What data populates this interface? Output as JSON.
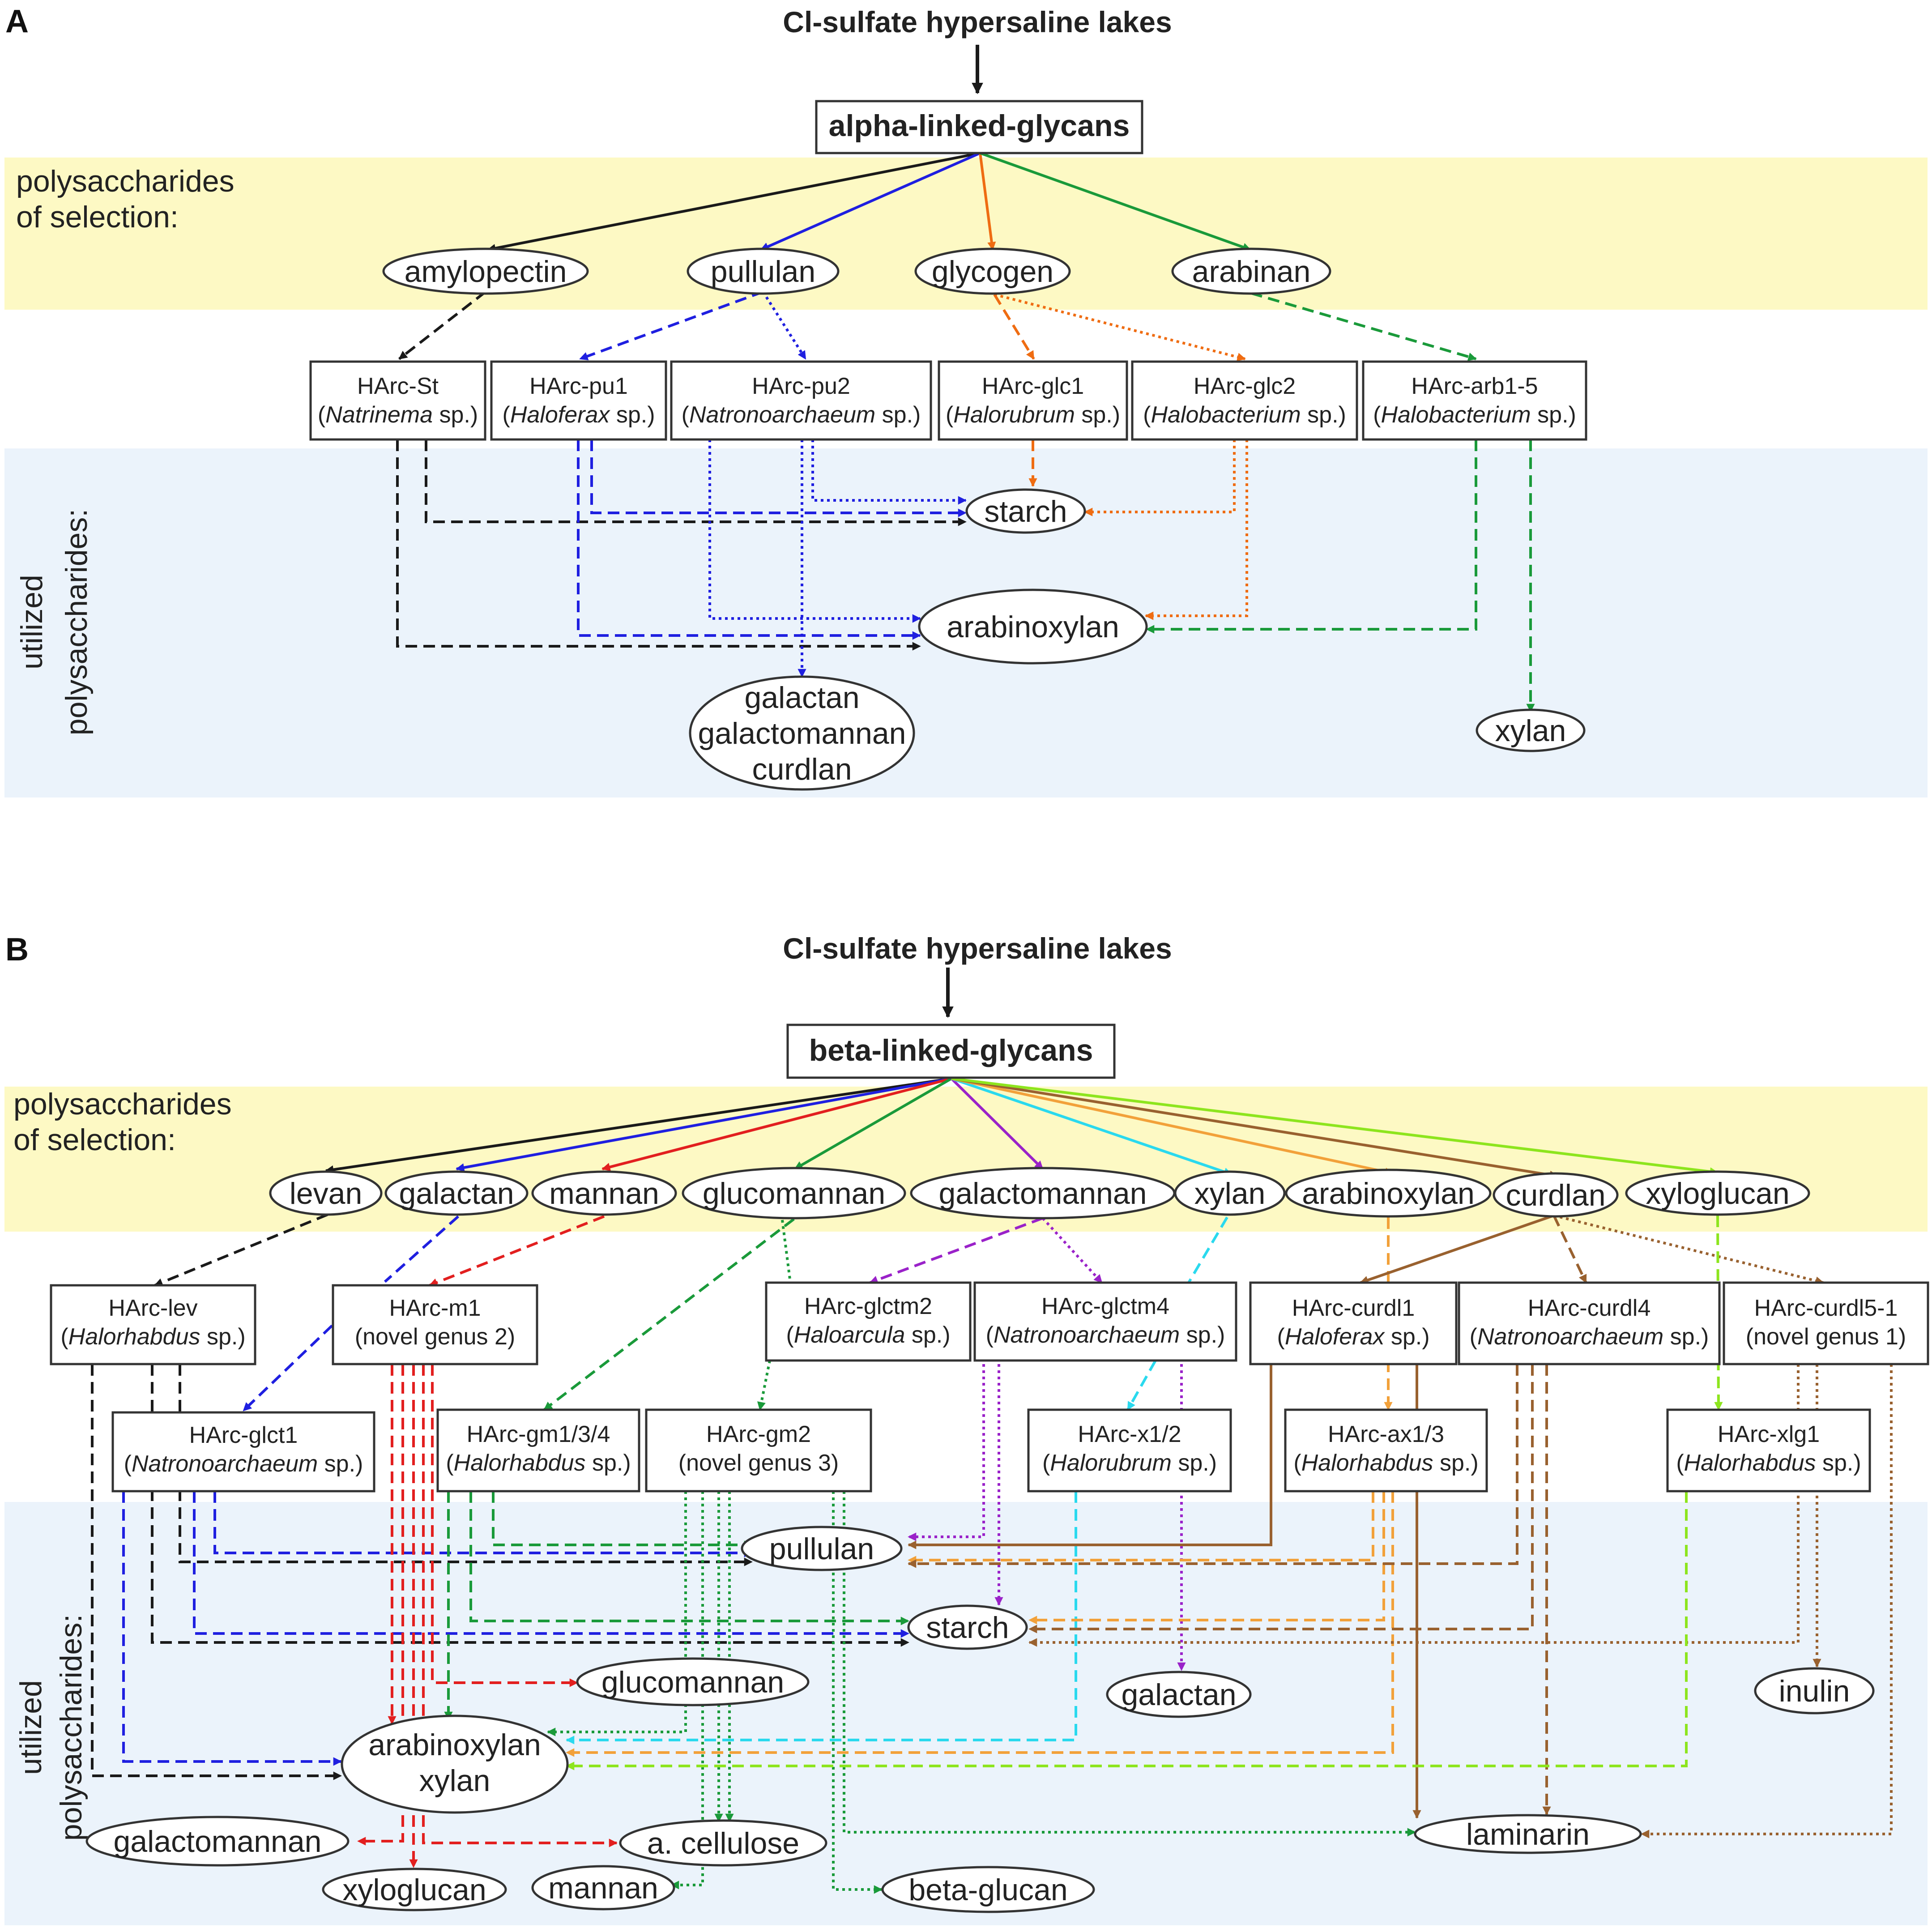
{
  "colors": {
    "selection_band": "#fdf9c4",
    "utilized_band": "#ebf3fb",
    "black": "#1a1a1a",
    "blue": "#1f1fe0",
    "orange": "#ef6c12",
    "green": "#1a9a3a",
    "red": "#e21f1f",
    "purple": "#9a22c9",
    "cyan": "#2ad9ee",
    "lightorange": "#f2a13a",
    "brown": "#99612f",
    "lime": "#8de51e"
  },
  "panelA": {
    "letter": "A",
    "source": "Cl-sulfate hypersaline lakes",
    "root": "alpha-linked-glycans",
    "selection_label": [
      "polysaccharides",
      "of selection:"
    ],
    "utilized_label": [
      "utilized",
      "polysaccharides:"
    ],
    "selected": [
      "amylopectin",
      "pullulan",
      "glycogen",
      "arabinan"
    ],
    "strains": [
      {
        "name": "HArc-St",
        "genus": "Natrinema",
        "suffix": " sp.)"
      },
      {
        "name": "HArc-pu1",
        "genus": "Haloferax",
        "suffix": " sp.)"
      },
      {
        "name": "HArc-pu2",
        "genus": "Natronoarchaeum",
        "suffix": " sp.)"
      },
      {
        "name": "HArc-glc1",
        "genus": "Halorubrum",
        "suffix": " sp.)"
      },
      {
        "name": "HArc-glc2",
        "genus": "Halobacterium",
        "suffix": " sp.)"
      },
      {
        "name": "HArc-arb1-5",
        "genus": "Halobacterium",
        "suffix": " sp.)"
      }
    ],
    "utilized": {
      "starch": "starch",
      "arabinoxylan": "arabinoxylan",
      "galactan_group": [
        "galactan",
        "galactomannan",
        "curdlan"
      ],
      "xylan": "xylan"
    }
  },
  "panelB": {
    "letter": "B",
    "source": "Cl-sulfate hypersaline lakes",
    "root": "beta-linked-glycans",
    "selection_label": [
      "polysaccharides",
      "of selection:"
    ],
    "utilized_label": [
      "utilized",
      "polysaccharides:"
    ],
    "selected": [
      "levan",
      "galactan",
      "mannan",
      "glucomannan",
      "galactomannan",
      "xylan",
      "arabinoxylan",
      "curdlan",
      "xyloglucan"
    ],
    "strains": [
      {
        "name": "HArc-lev",
        "genus": "Halorhabdus",
        "suffix": " sp.)"
      },
      {
        "name": "HArc-m1",
        "plain": "(novel genus 2)"
      },
      {
        "name": "HArc-glctm2",
        "genus": "Haloarcula",
        "suffix": " sp.)"
      },
      {
        "name": "HArc-glctm4",
        "genus": "Natronoarchaeum",
        "suffix": " sp.)"
      },
      {
        "name": "HArc-curdl1",
        "genus": "Haloferax",
        "suffix": " sp.)"
      },
      {
        "name": "HArc-curdl4",
        "genus": "Natronoarchaeum",
        "suffix": " sp.)"
      },
      {
        "name": "HArc-curdl5-1",
        "plain": "(novel genus 1)"
      },
      {
        "name": "HArc-glct1",
        "genus": "Natronoarchaeum",
        "suffix": " sp.)"
      },
      {
        "name": "HArc-gm1/3/4",
        "genus": "Halorhabdus",
        "suffix": " sp.)"
      },
      {
        "name": "HArc-gm2",
        "plain": "(novel genus 3)"
      },
      {
        "name": "HArc-x1/2",
        "genus": "Halorubrum",
        "suffix": " sp.)"
      },
      {
        "name": "HArc-ax1/3",
        "genus": "Halorhabdus",
        "suffix": " sp.)"
      },
      {
        "name": "HArc-xlg1",
        "genus": "Halorhabdus",
        "suffix": " sp.)"
      }
    ],
    "utilized": {
      "pullulan": "pullulan",
      "starch": "starch",
      "glucomannan": "glucomannan",
      "galactan": "galactan",
      "inulin": "inulin",
      "arabinoxylan_group": [
        "arabinoxylan",
        "xylan"
      ],
      "galactomannan": "galactomannan",
      "cellulose": "a. cellulose",
      "laminarin": "laminarin",
      "xyloglucan": "xyloglucan",
      "mannan": "mannan",
      "betaglucan": "beta-glucan"
    }
  }
}
